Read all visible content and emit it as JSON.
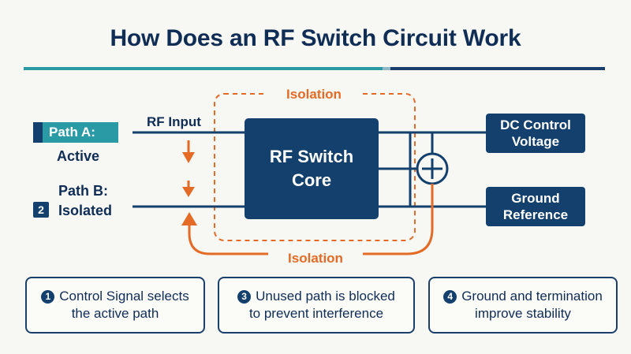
{
  "title": "How Does an RF Switch Circuit Work",
  "core": {
    "line1": "RF Switch",
    "line2": "Core"
  },
  "isolation_top": "Isolation",
  "isolation_bottom": "Isolation",
  "rf_input": "RF Input",
  "path_a": {
    "tag": "Path A:",
    "state": "Active"
  },
  "path_b": {
    "number": "2",
    "label": "Path B:",
    "state": "Isolated"
  },
  "dc_box": {
    "line1": "DC Control",
    "line2": "Voltage"
  },
  "ground_box": {
    "line1": "Ground",
    "line2": "Reference"
  },
  "cards": [
    {
      "number": "1",
      "line1": "Control Signal selects",
      "line2": "the active path"
    },
    {
      "number": "3",
      "line1": "Unused path is blocked",
      "line2": "to prevent interference"
    },
    {
      "number": "4",
      "line1": "Ground and termination",
      "line2": "improve stability"
    }
  ],
  "colors": {
    "navy": "#14406e",
    "teal": "#2a9aa5",
    "orange": "#e46b26",
    "background": "#f7f7f3"
  }
}
